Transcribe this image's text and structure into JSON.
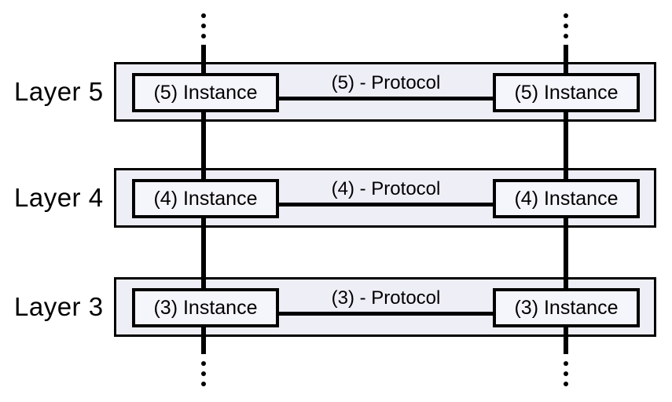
{
  "diagram": {
    "layers": [
      {
        "label": "Layer 5",
        "left_instance": "(5) Instance",
        "protocol": "(5) - Protocol",
        "right_instance": "(5) Instance"
      },
      {
        "label": "Layer 4",
        "left_instance": "(4) Instance",
        "protocol": "(4) - Protocol",
        "right_instance": "(4) Instance"
      },
      {
        "label": "Layer 3",
        "left_instance": "(3) Instance",
        "protocol": "(3) - Protocol",
        "right_instance": "(3) Instance"
      }
    ],
    "colors": {
      "background": "#ffffff",
      "band_fill": "#eeeef7",
      "box_fill": "#f5f5fc",
      "line": "#000000",
      "text": "#000000"
    }
  }
}
